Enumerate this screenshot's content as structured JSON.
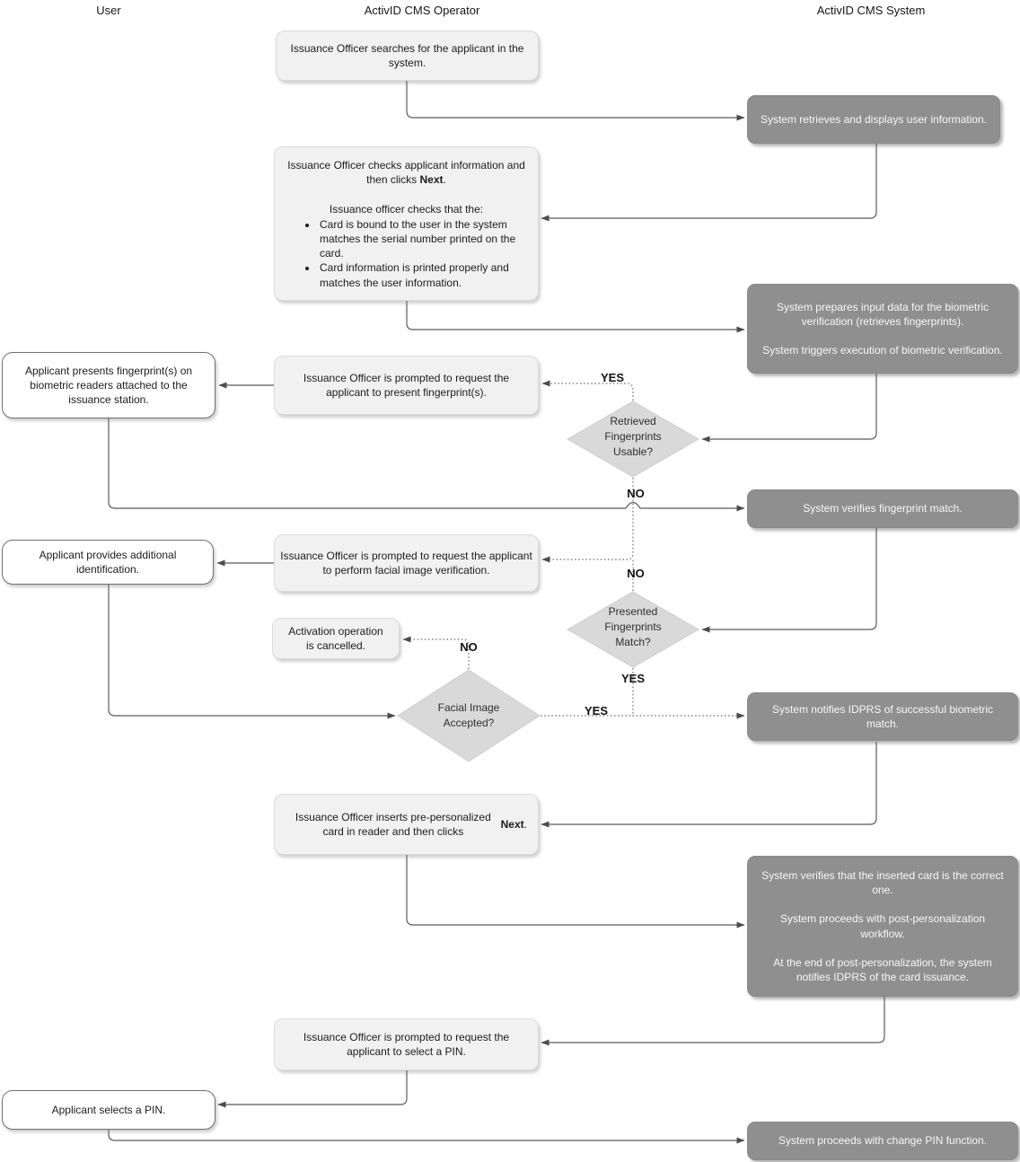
{
  "lanes": {
    "user": "User",
    "operator": "ActivID CMS Operator",
    "system": "ActivID CMS System"
  },
  "nodes": {
    "op_search": "Issuance Officer searches for the applicant in the system.",
    "sys_retrieve": "System retrieves and displays user information.",
    "op_check": {
      "para1": "Issuance Officer checks applicant information and then clicks **Next**.",
      "para2": "Issuance officer checks that the:",
      "bullets": [
        "Card is bound to the user in the system matches the serial number printed on the card.",
        "Card information is printed properly and matches the user information."
      ]
    },
    "sys_prepare": {
      "para1": "System prepares input data for the biometric verification (retrieves fingerprints).",
      "para2": "System triggers execution of biometric verification."
    },
    "user_fingerprint": "Applicant presents fingerprint(s) on biometric readers attached to the issuance station.",
    "op_prompt_fingerprint": "Issuance Officer is prompted to request the applicant to present fingerprint(s).",
    "sys_verify_match": "System verifies fingerprint match.",
    "user_additional_id": "Applicant provides additional identification.",
    "op_prompt_facial": "Issuance Officer is prompted to request the applicant to perform facial image verification.",
    "op_cancelled": "Activation operation is cancelled.",
    "sys_notify_idprs": "System notifies IDPRS of successful biometric match.",
    "op_insert_card": "Issuance Officer inserts pre-personalized card in reader and then clicks **Next**.",
    "sys_postperso": {
      "para1": "System verifies that the inserted card is the correct one.",
      "para2": "System proceeds with post-personalization workflow.",
      "para3": "At the end of post-personalization, the system notifies IDPRS of the card issuance."
    },
    "op_prompt_pin": "Issuance Officer is prompted to request the applicant to select a PIN.",
    "user_select_pin": "Applicant selects a PIN.",
    "sys_change_pin": "System proceeds with change PIN function."
  },
  "decisions": {
    "retrieved_usable": "Retrieved Fingerprints Usable?",
    "presented_match": "Presented Fingerprints Match?",
    "facial_accepted": "Facial Image Accepted?"
  },
  "edge_labels": {
    "retrieved_yes": "YES",
    "retrieved_no": "NO",
    "presented_no": "NO",
    "presented_yes": "YES",
    "facial_no": "NO",
    "facial_yes": "YES"
  },
  "colors": {
    "operator_box": "#F1F1F1",
    "user_box": "#FFFFFF",
    "system_box": "#8F8F8F",
    "decision_diamond": "#D9D9D9",
    "connector": "#5B5B5B"
  }
}
